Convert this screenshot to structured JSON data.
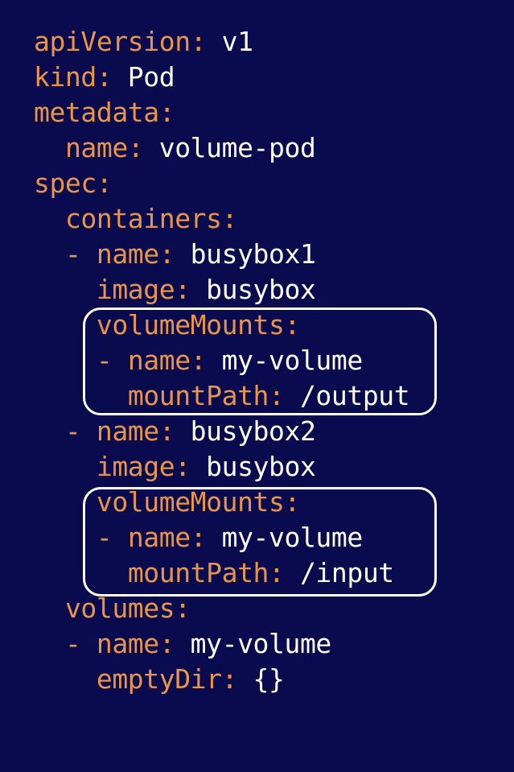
{
  "lines": [
    {
      "indent": "",
      "dash": "",
      "key": "apiVersion",
      "colon": ":",
      "value": " v1"
    },
    {
      "indent": "",
      "dash": "",
      "key": "kind",
      "colon": ":",
      "value": " Pod"
    },
    {
      "indent": "",
      "dash": "",
      "key": "metadata",
      "colon": ":",
      "value": ""
    },
    {
      "indent": "  ",
      "dash": "",
      "key": "name",
      "colon": ":",
      "value": " volume-pod"
    },
    {
      "indent": "",
      "dash": "",
      "key": "spec",
      "colon": ":",
      "value": ""
    },
    {
      "indent": "  ",
      "dash": "",
      "key": "containers",
      "colon": ":",
      "value": ""
    },
    {
      "indent": "  ",
      "dash": "- ",
      "key": "name",
      "colon": ":",
      "value": " busybox1"
    },
    {
      "indent": "    ",
      "dash": "",
      "key": "image",
      "colon": ":",
      "value": " busybox"
    },
    {
      "indent": "    ",
      "dash": "",
      "key": "volumeMounts",
      "colon": ":",
      "value": ""
    },
    {
      "indent": "    ",
      "dash": "- ",
      "key": "name",
      "colon": ":",
      "value": " my-volume"
    },
    {
      "indent": "      ",
      "dash": "",
      "key": "mountPath",
      "colon": ":",
      "value": " /output"
    },
    {
      "indent": "  ",
      "dash": "- ",
      "key": "name",
      "colon": ":",
      "value": " busybox2"
    },
    {
      "indent": "    ",
      "dash": "",
      "key": "image",
      "colon": ":",
      "value": " busybox"
    },
    {
      "indent": "    ",
      "dash": "",
      "key": "volumeMounts",
      "colon": ":",
      "value": ""
    },
    {
      "indent": "    ",
      "dash": "- ",
      "key": "name",
      "colon": ":",
      "value": " my-volume"
    },
    {
      "indent": "      ",
      "dash": "",
      "key": "mountPath",
      "colon": ":",
      "value": " /input"
    },
    {
      "indent": "  ",
      "dash": "",
      "key": "volumes",
      "colon": ":",
      "value": ""
    },
    {
      "indent": "  ",
      "dash": "- ",
      "key": "name",
      "colon": ":",
      "value": " my-volume"
    },
    {
      "indent": "    ",
      "dash": "",
      "key": "emptyDir",
      "colon": ":",
      "value": " {}"
    }
  ],
  "colors": {
    "background": "#0a0b4e",
    "key": "#e8954a",
    "value": "#ffffff",
    "highlight_border": "#ffffff"
  }
}
